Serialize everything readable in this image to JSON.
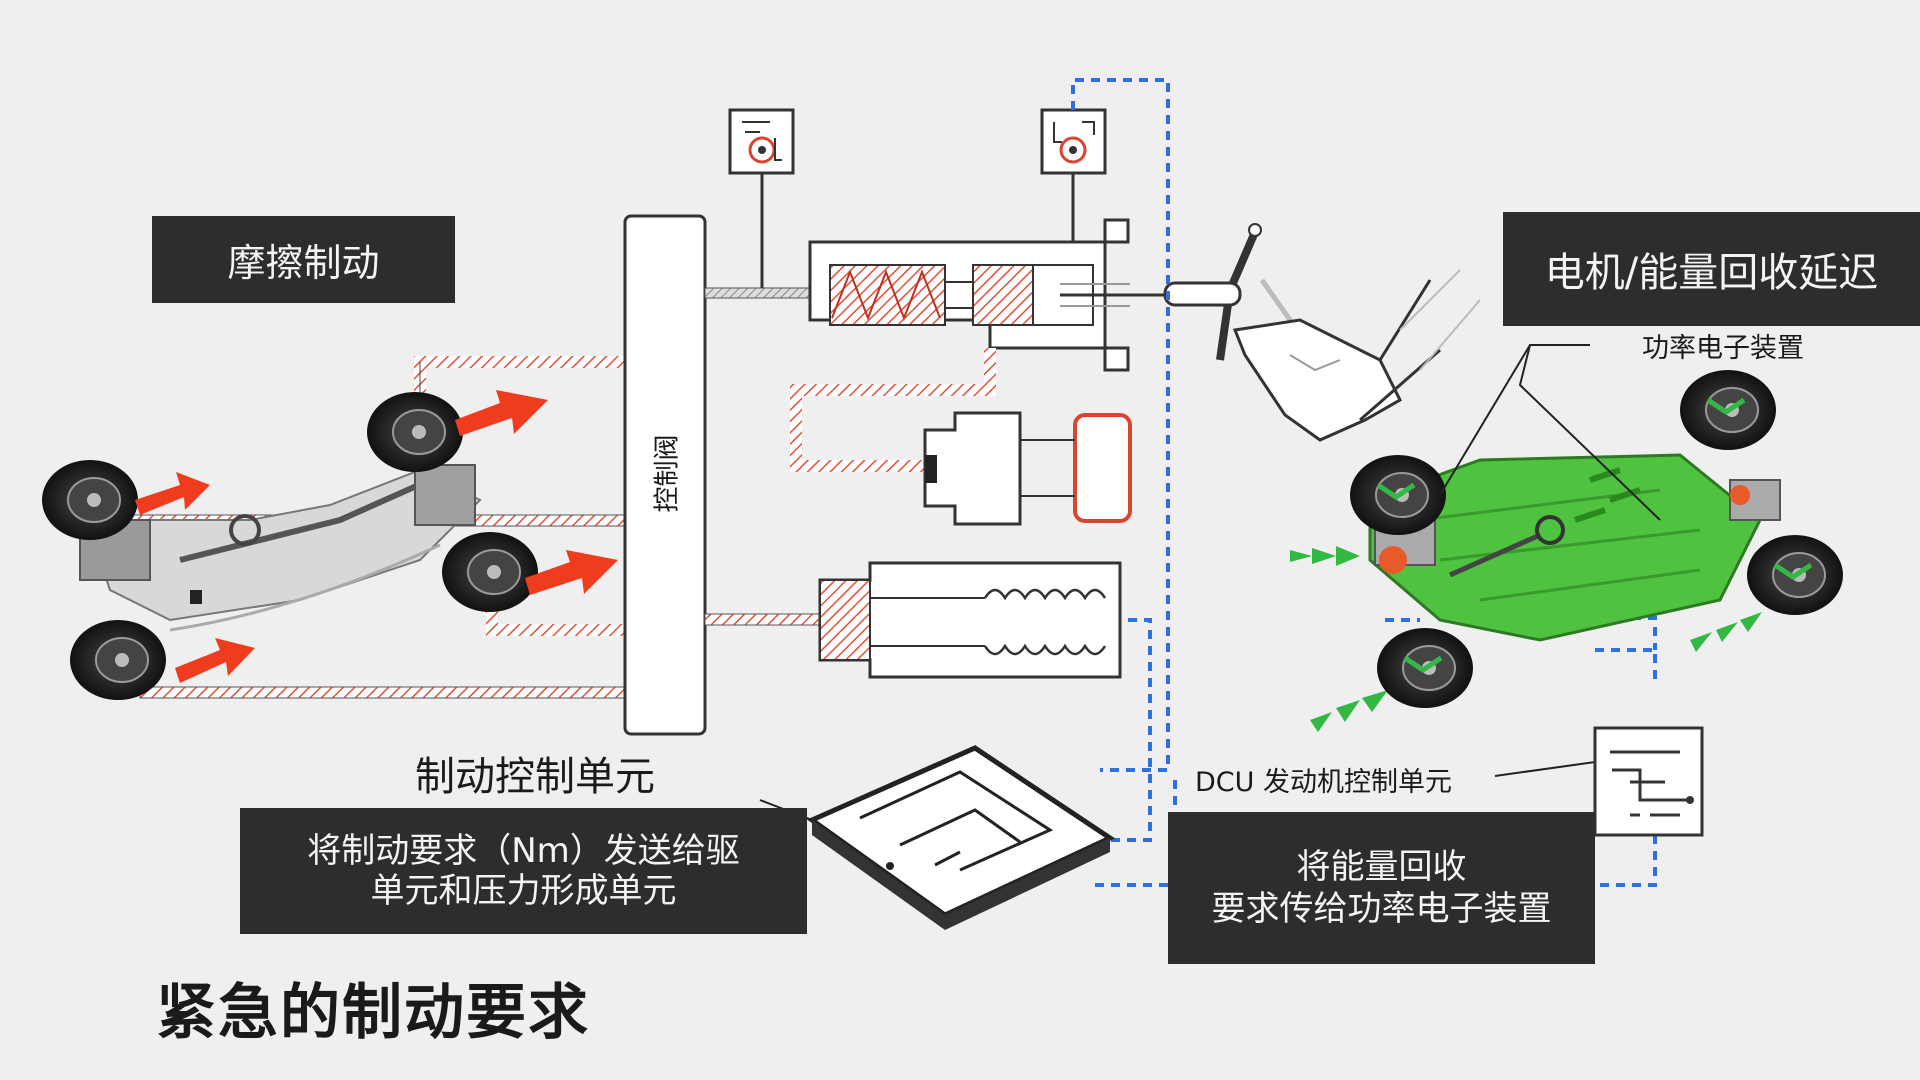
{
  "labels": {
    "friction_braking": "摩擦制动",
    "motor_energy_recovery_delay": "电机/能量回收延迟",
    "power_electronics": "功率电子装置",
    "control_valve": "控制阀",
    "brake_control_unit": "制动控制单元",
    "brake_request_line1": "将制动要求（Nm）发送给驱",
    "brake_request_line2": "单元和压力形成单元",
    "dcu": "DCU 发动机控制单元",
    "energy_request_line1": "将能量回收",
    "energy_request_line2": "要求传给功率电子装置",
    "emergency_brake_request": "紧急的制动要求"
  },
  "colors": {
    "background": "#efefef",
    "label_box": "#2d2d2d",
    "hatch_red": "#e0503a",
    "arrow_red": "#f03c1e",
    "signal_blue": "#2f6fe0",
    "vehicle_green": "#4fc23f"
  },
  "icons": [
    "sensor-icon",
    "pedal-sensor-icon",
    "brake-pedal-icon",
    "shoe-icon",
    "ecu-chip-icon",
    "dcu-chip-icon",
    "wheel-icon",
    "arrow-icon"
  ]
}
